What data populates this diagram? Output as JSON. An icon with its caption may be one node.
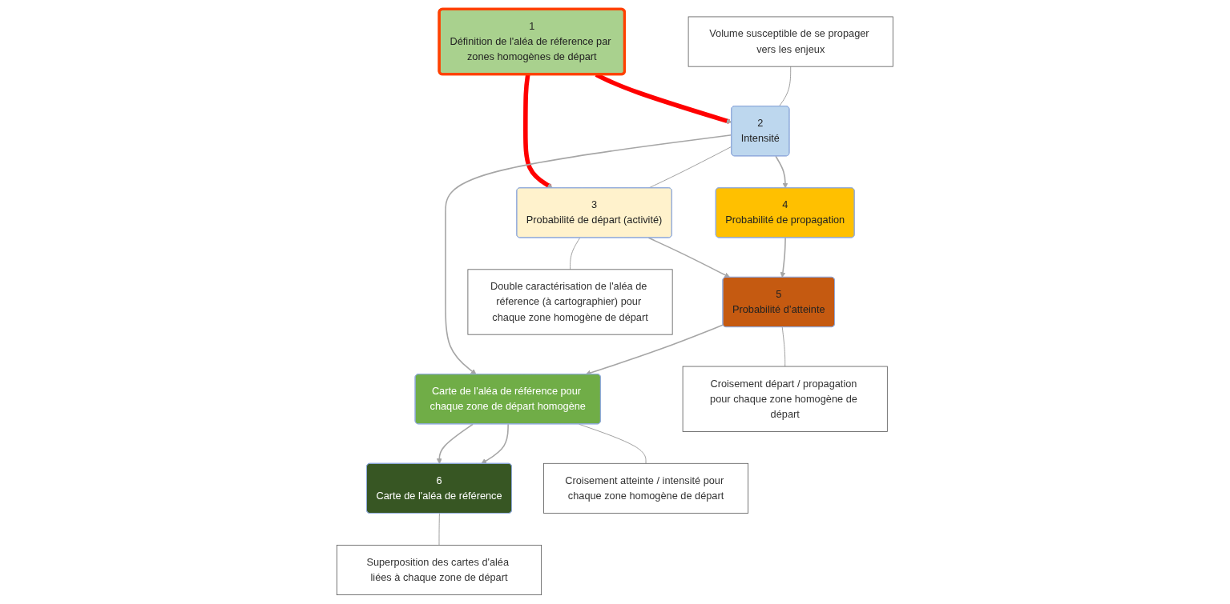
{
  "diagram": {
    "nodes": [
      {
        "text": [
          "1",
          "Définition de l'aléa de réference par zones homogènes de départ"
        ]
      },
      {
        "text": [
          "2",
          "Intensité"
        ]
      },
      {
        "text": [
          "3",
          "Probabilité de départ (activité)"
        ]
      },
      {
        "text": [
          "4",
          "Probabilité de propagation"
        ]
      },
      {
        "text": [
          "5",
          "Probabilité d’atteinte"
        ]
      },
      {
        "text": [
          "Carte de l'aléa de référence pour chaque zone de départ homogène"
        ]
      },
      {
        "text": [
          "6",
          "Carte de l'aléa de référence"
        ]
      },
      {
        "text": [
          "Volume susceptible de se propager vers les enjeux"
        ]
      },
      {
        "text": [
          "Double caractérisation de l'aléa de réference (à cartographier) pour chaque zone homogène de départ"
        ]
      },
      {
        "text": [
          "Croisement départ / propagation pour chaque zone homogène de départ"
        ]
      },
      {
        "text": [
          "Croisement atteinte / intensité pour chaque zone homogène de départ"
        ]
      },
      {
        "text": [
          "Superposition des cartes d'aléa liées à chaque zone de départ"
        ]
      }
    ],
    "edges": [
      {
        "from": 0,
        "to": 1,
        "arrow": "to",
        "style": "thick",
        "color": "#ff0000"
      },
      {
        "from": 0,
        "to": 2,
        "arrow": "to",
        "style": "thick",
        "color": "#ff0000"
      },
      {
        "from": 1,
        "to": 2,
        "arrow": "none"
      },
      {
        "from": 1,
        "to": 3,
        "arrow": "to"
      },
      {
        "from": 2,
        "to": 4,
        "arrow": "to"
      },
      {
        "from": 3,
        "to": 4,
        "arrow": "to"
      },
      {
        "from": 1,
        "to": 5,
        "arrow": "to"
      },
      {
        "from": 4,
        "to": 5,
        "arrow": "to"
      },
      {
        "from": 5,
        "to": 6,
        "arrow": "to"
      },
      {
        "from": 5,
        "to": 6,
        "arrow": "to"
      },
      {
        "from": 7,
        "to": 1,
        "arrow": "none"
      },
      {
        "from": 2,
        "to": 8,
        "arrow": "none"
      },
      {
        "from": 4,
        "to": 9,
        "arrow": "none"
      },
      {
        "from": 5,
        "to": 10,
        "arrow": "none"
      },
      {
        "from": 6,
        "to": 11,
        "arrow": "none"
      }
    ]
  }
}
